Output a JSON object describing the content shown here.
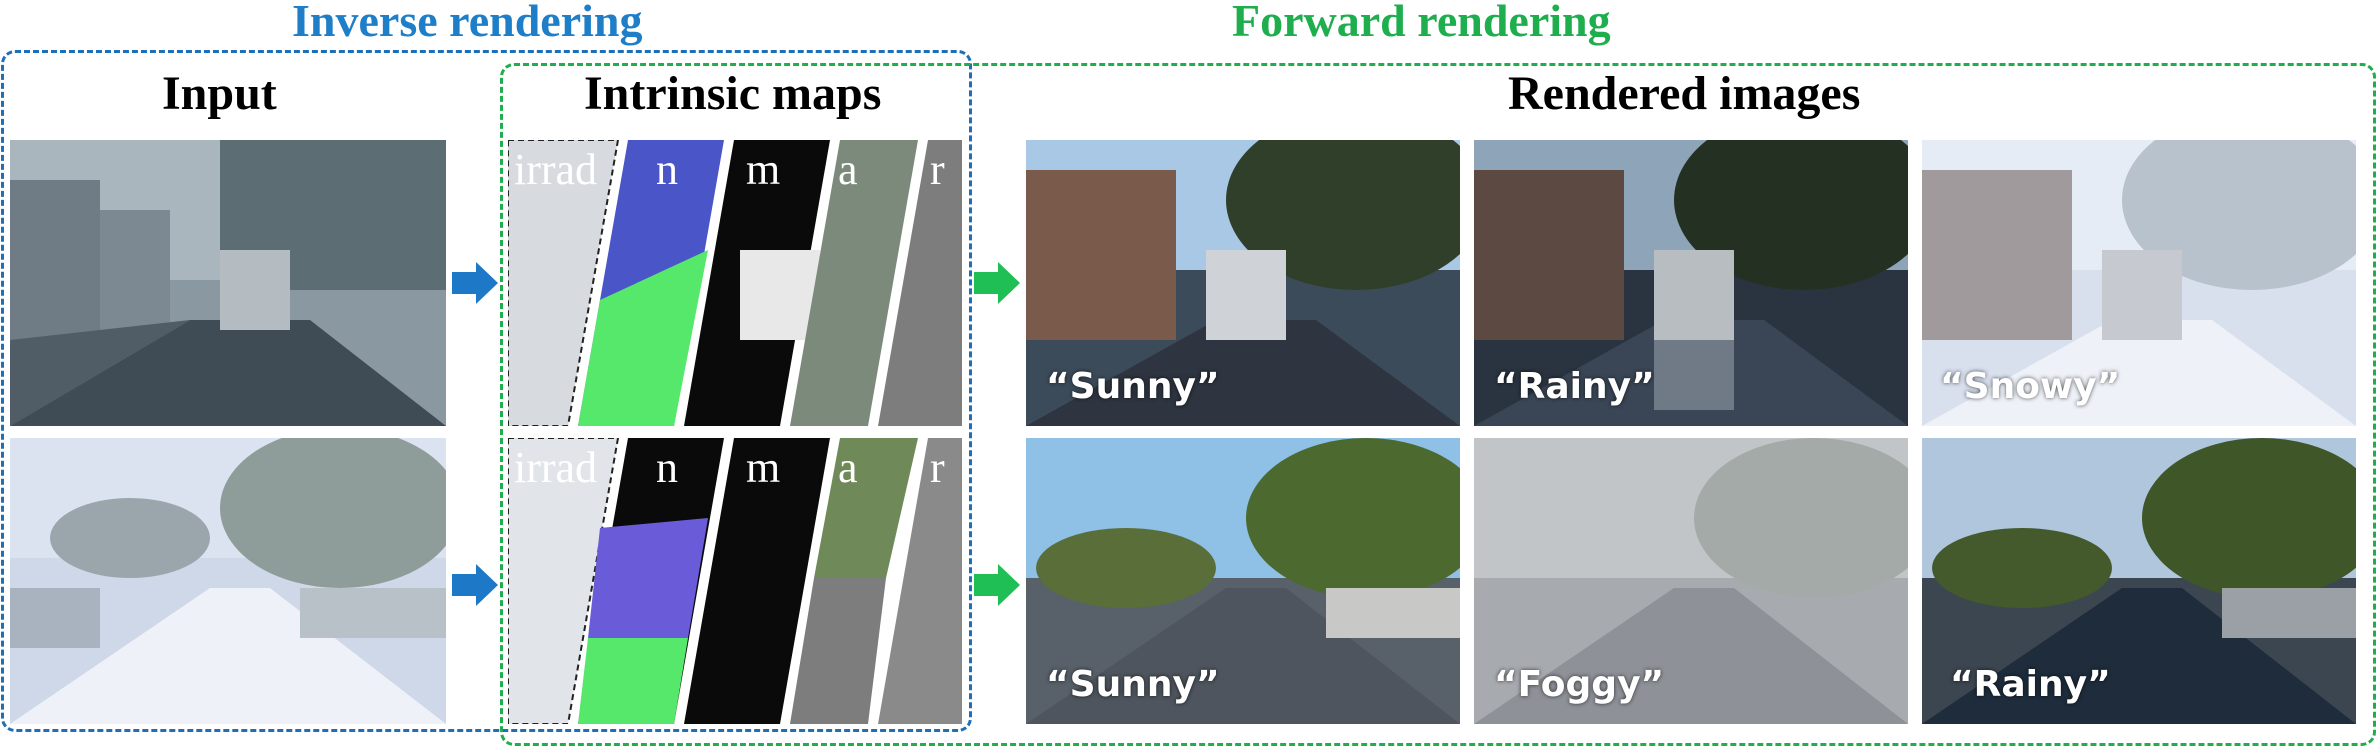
{
  "headers": {
    "inverse": "Inverse rendering",
    "forward": "Forward rendering"
  },
  "columns": {
    "input": "Input",
    "intrinsic": "Intrinsic maps",
    "rendered": "Rendered images"
  },
  "intrinsic_labels": [
    "irrad",
    "n",
    "m",
    "a",
    "r"
  ],
  "row1": {
    "labels": [
      "“Sunny”",
      "“Rainy”",
      "“Snowy”"
    ]
  },
  "row2": {
    "labels": [
      "“Sunny”",
      "“Foggy”",
      "“Rainy”"
    ]
  },
  "colors": {
    "inverse": "#1e7fc8",
    "forward": "#1fae4e",
    "arrow_blue": "#1e78c8",
    "arrow_green": "#1fbf55"
  },
  "icons": [
    "arrow-right-icon"
  ]
}
